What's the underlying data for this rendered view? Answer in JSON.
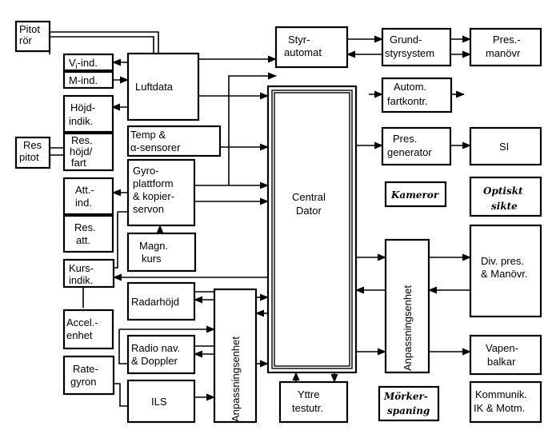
{
  "diagram": {
    "labels": {
      "pitotror_1": "Pitot",
      "pitotror_2": "rör",
      "vi_ind_1": "V",
      "vi_ind_sub": "i",
      "vi_ind_2": "-ind.",
      "m_ind": "M-ind.",
      "luftdata": "Luftdata",
      "hojdindik_1": "Höjd-",
      "hojdindik_2": "indik.",
      "reshojd_1": "Res.",
      "reshojd_2": "höjd/",
      "reshojd_3": "fart",
      "respitot_1": "Res",
      "respitot_2": "pitot",
      "temp_1": "Temp &",
      "temp_2": "α-sensorer",
      "gyro_1": "Gyro-",
      "gyro_2": "plattform",
      "gyro_3": "& kopier-",
      "gyro_4": "servon",
      "attind_1": "Att.-",
      "attind_2": "ind.",
      "resatt_1": "Res.",
      "resatt_2": "att.",
      "magnkurs_1": "Magn.",
      "magnkurs_2": "kurs",
      "kursindik_1": "Kurs-",
      "kursindik_2": "indik.",
      "radarhojd": "Radarhöjd",
      "accel_1": "Accel.-",
      "accel_2": "enhet",
      "radionav_1": "Radio nav.",
      "radionav_2": "& Doppler",
      "rategyron_1": "Rate-",
      "rategyron_2": "gyron",
      "ils": "ILS",
      "anpassning": "Anpassningsenhet",
      "central_1": "Central",
      "central_2": "Dator",
      "yttre_1": "Yttre",
      "yttre_2": "testutr.",
      "styr_1": "Styr-",
      "styr_2": "automat",
      "grund_1": "Grund-",
      "grund_2": "styrsystem",
      "presmanovr_1": "Pres.-",
      "presmanovr_2": "manövr",
      "autom_1": "Autom.",
      "autom_2": "fartkontr.",
      "presgen_1": "Pres.",
      "presgen_2": "generator",
      "si": "SI",
      "kameror": "Kameror",
      "optiskt_1": "Optiskt",
      "optiskt_2": "sikte",
      "divpres_1": "Div. pres.",
      "divpres_2": "& Manövr.",
      "vapen_1": "Vapen-",
      "vapen_2": "balkar",
      "morker_1": "Mörker-",
      "morker_2": "spaning",
      "kommunik_1": "Kommunik.",
      "kommunik_2": "IK & Motm."
    }
  }
}
